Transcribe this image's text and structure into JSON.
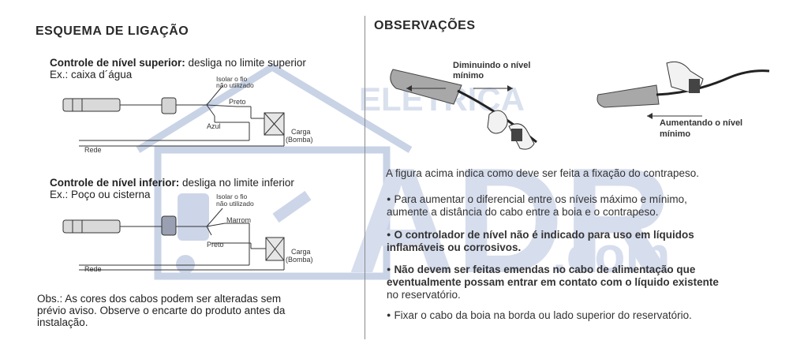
{
  "left": {
    "title": "ESQUEMA DE LIGAÇÃO",
    "upper": {
      "title_bold": "Controle de nível superior:",
      "title_rest": " desliga no limite superior",
      "example": "Ex.: caixa d´água",
      "isolate_line1": "Isolar o fio",
      "isolate_line2": "não utilizado",
      "wire1": "Preto",
      "wire2": "Azul",
      "load_line1": "Carga",
      "load_line2": "(Bomba)",
      "mains": "Rede"
    },
    "lower": {
      "title_bold": "Controle de nível inferior:",
      "title_rest": " desliga no limite inferior",
      "example": "Ex.: Poço ou cisterna",
      "isolate_line1": "Isolar o fio",
      "isolate_line2": "não utilizado",
      "wire1": "Marrom",
      "wire2": "Preto",
      "load_line1": "Carga",
      "load_line2": "(Bomba)",
      "mains": "Rede"
    },
    "note_line1": "Obs.: As cores dos cabos podem ser alteradas sem",
    "note_line2": "prévio aviso. Observe o encarte do produto antes da",
    "note_line3": "instalação."
  },
  "right": {
    "title": "OBSERVAÇÕES",
    "fig1_line1": "Diminuindo o nível",
    "fig1_line2": "mínimo",
    "fig2_line1": "Aumentando o nível",
    "fig2_line2": "mínimo",
    "intro": "A figura acima indica como deve ser feita a fixação do contrapeso.",
    "b1_line1": "Para aumentar o diferencial entre os níveis máximo e mínimo,",
    "b1_line2": "aumente a distância do cabo entre a boia e o contrapeso.",
    "b2_line1": "O controlador de nível não é indicado para uso em líquidos",
    "b2_line2": "inflamáveis ou corrosivos.",
    "b3_line1": "Não devem ser feitas emendas no cabo de alimentação que",
    "b3_line2": "eventualmente possam entrar em contato com o líquido existente",
    "b3_line3": "no reservatório.",
    "b4": "Fixar o cabo da boia na borda ou lado superior do reservatório.",
    "bullet_glyph": "●"
  },
  "watermark": {
    "text_top": "ELETRICA",
    "text_main": "ADR",
    "text_com": ".com",
    "color": "#c9d3e6"
  }
}
